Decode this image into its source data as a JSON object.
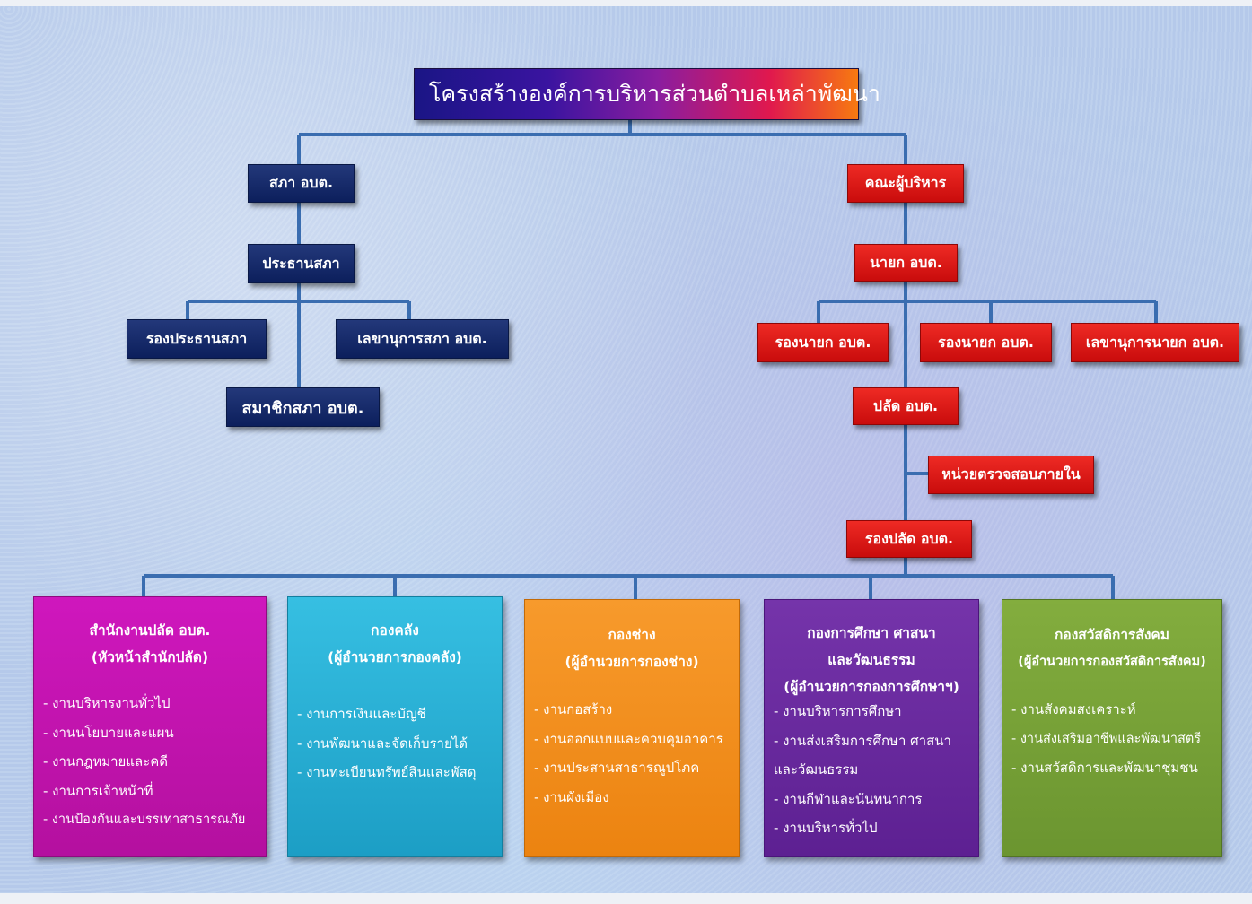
{
  "title": "โครงสร้างองค์การบริหารส่วนตำบลเหล่าพัฒนา",
  "council": {
    "head": "สภา อบต.",
    "chair": "ประธานสภา",
    "vice_chair": "รองประธานสภา",
    "secretary": "เลขานุการสภา อบต.",
    "members": "สมาชิกสภา อบต."
  },
  "executive": {
    "head": "คณะผู้บริหาร",
    "mayor": "นายก อบต.",
    "deputy_1": "รองนายก  อบต.",
    "deputy_2": "รองนายก  อบต.",
    "secretary": "เลขานุการนายก อบต.",
    "clerk": "ปลัด อบต.",
    "audit": "หน่วยตรวจสอบภายใน",
    "deputy_clerk": "รองปลัด อบต."
  },
  "departments": [
    {
      "head_lines": [
        "สำนักงานปลัด อบต.",
        "(หัวหน้าสำนักปลัด)"
      ],
      "items": [
        "- งานบริหารงานทั่วไป",
        "- งานนโยบายและแผน",
        "- งานกฎหมายและคดี",
        "- งานการเจ้าหน้าที่",
        "- งานป้องกันและบรรเทาสาธารณภัย"
      ]
    },
    {
      "head_lines": [
        "กองคลัง",
        "(ผู้อำนวยการกองคลัง)"
      ],
      "items": [
        "- งานการเงินและบัญชี",
        "- งานพัฒนาและจัดเก็บรายได้",
        "- งานทะเบียนทรัพย์สินและพัสดุ"
      ]
    },
    {
      "head_lines": [
        "กองช่าง",
        "(ผู้อำนวยการกองช่าง)"
      ],
      "items": [
        "- งานก่อสร้าง",
        "- งานออกแบบและควบคุมอาคาร",
        "- งานประสานสาธารณูปโภค",
        "- งานผังเมือง"
      ]
    },
    {
      "head_lines": [
        "กองการศึกษา ศาสนา",
        "และวัฒนธรรม",
        "(ผู้อำนวยการกองการศึกษาฯ)"
      ],
      "items": [
        "- งานบริหารการศึกษา",
        "- งานส่งเสริมการศึกษา ศาสนา",
        "และวัฒนธรรม",
        "- งานกีฬาและนันทนาการ",
        "- งานบริหารทั่วไป"
      ]
    },
    {
      "head_lines": [
        "กองสวัสดิการสังคม",
        "(ผู้อำนวยการกองสวัสดิการสังคม)"
      ],
      "items": [
        "- งานสังคมสงเคราะห์",
        "- งานส่งเสริมอาชีพและพัฒนาสตรี",
        "- งานสวัสดิการและพัฒนาชุมชน"
      ]
    }
  ],
  "colors": {
    "navy": "#0c1f5c",
    "red": "#d4120f",
    "connector": "#3a6db0",
    "magenta": "#c414b0",
    "cyan": "#29b2d8",
    "orange": "#f28e1c",
    "purple": "#6a2a9e",
    "green": "#78a136"
  }
}
